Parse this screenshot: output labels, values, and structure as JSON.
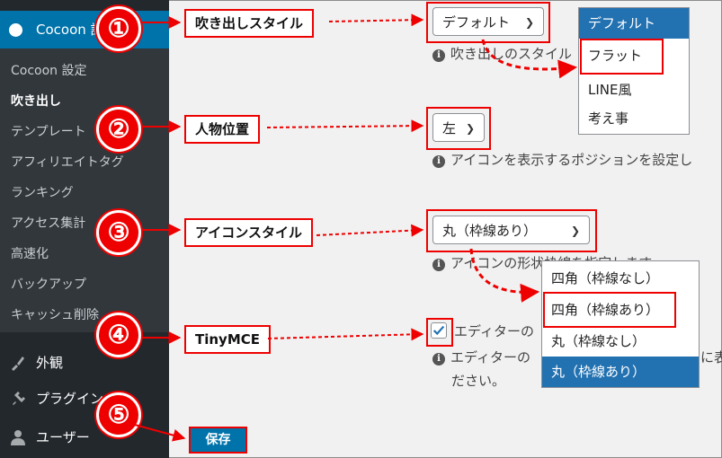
{
  "sidebar": {
    "active": "Cocoon 設定",
    "submenu": [
      "Cocoon 設定",
      "吹き出し",
      "テンプレート",
      "アフィリエイトタグ",
      "ランキング",
      "アクセス集計",
      "高速化",
      "バックアップ",
      "キャッシュ削除"
    ],
    "current_sub": "吹き出し",
    "main": [
      "外観",
      "プラグイン",
      "ユーザー"
    ]
  },
  "steps": [
    "①",
    "②",
    "③",
    "④",
    "⑤"
  ],
  "fields": {
    "balloon_style": {
      "label": "吹き出しスタイル",
      "value": "デフォルト",
      "desc": "吹き出しのスタイル",
      "options": [
        "デフォルト",
        "フラット",
        "LINE風",
        "考え事"
      ]
    },
    "person_position": {
      "label": "人物位置",
      "value": "左",
      "desc": "アイコンを表示するポジションを設定し"
    },
    "icon_style": {
      "label": "アイコンスタイル",
      "value": "丸（枠線あり）",
      "desc": "アイコンの形状枠線を指定します",
      "options": [
        "四角（枠線なし）",
        "四角（枠線あり）",
        "丸（枠線なし）",
        "丸（枠線あり）"
      ]
    },
    "tinymce": {
      "label": "TinyMCE",
      "checkbox_label": "エディターの",
      "desc_line1": "エディターの",
      "desc_line2": "ださい。",
      "desc_right": "に表"
    }
  },
  "save_label": "保存",
  "colors": {
    "sidebar": "#23282d",
    "submenu": "#32373c",
    "active": "#0073aa",
    "annotation": "#e00000",
    "selected_option": "#2271b1"
  }
}
